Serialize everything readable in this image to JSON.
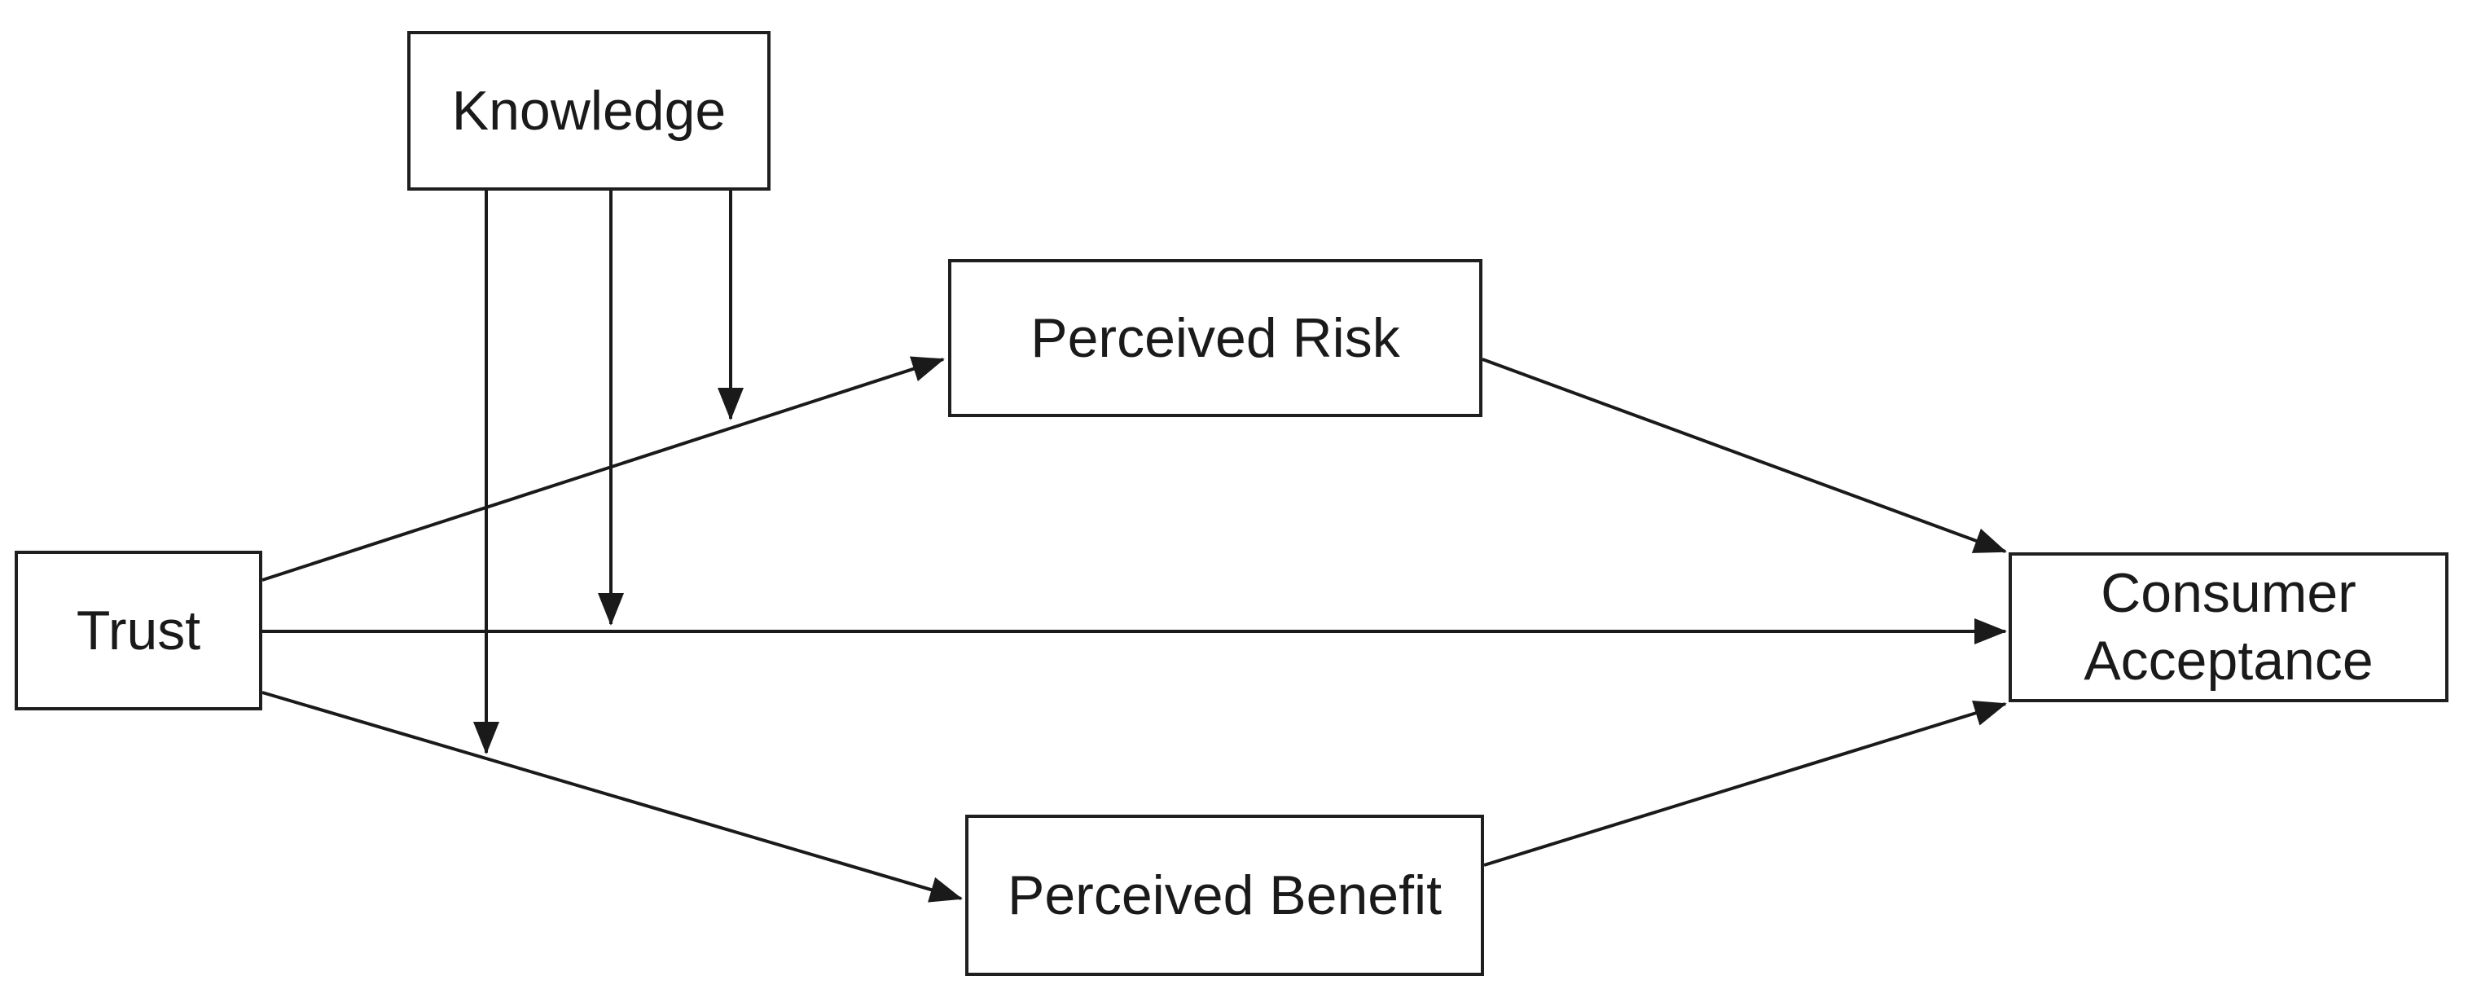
{
  "diagram": {
    "type": "path-model",
    "background_color": "#ffffff",
    "line_color": "#1a1a1a",
    "nodes": {
      "knowledge": {
        "label": "Knowledge"
      },
      "trust": {
        "label": "Trust"
      },
      "perceived_risk": {
        "label": "Perceived Risk"
      },
      "perceived_benefit": {
        "label": "Perceived Benefit"
      },
      "consumer_acceptance": {
        "label": "Consumer\nAcceptance"
      }
    },
    "edges": [
      {
        "from": "Trust",
        "to": "Perceived Risk",
        "style": "arrow"
      },
      {
        "from": "Trust",
        "to": "Consumer Acceptance",
        "style": "arrow"
      },
      {
        "from": "Trust",
        "to": "Perceived Benefit",
        "style": "arrow"
      },
      {
        "from": "Perceived Risk",
        "to": "Consumer Acceptance",
        "style": "arrow"
      },
      {
        "from": "Perceived Benefit",
        "to": "Consumer Acceptance",
        "style": "arrow"
      },
      {
        "from": "Knowledge",
        "to": "path Trust→Perceived Risk",
        "style": "moderation-arrow"
      },
      {
        "from": "Knowledge",
        "to": "path Trust→Consumer Acceptance",
        "style": "moderation-arrow"
      },
      {
        "from": "Knowledge",
        "to": "path Trust→Perceived Benefit",
        "style": "moderation-arrow"
      }
    ]
  }
}
